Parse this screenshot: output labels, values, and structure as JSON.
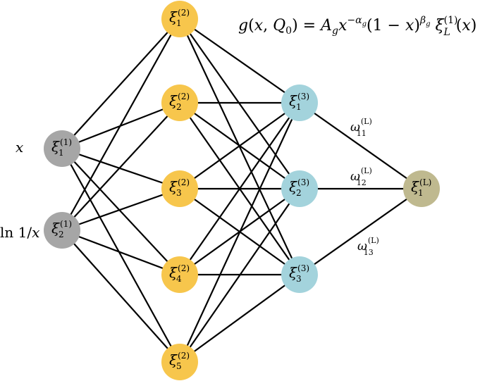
{
  "colors": {
    "input": "#a6a6a6",
    "hidden1": "#f7c64c",
    "hidden2": "#a3d3dc",
    "output": "#bfb98f",
    "edge": "#000000"
  },
  "formula": {
    "g": "g",
    "open": "(",
    "x": "x",
    "comma": ", ",
    "Q": "Q",
    "Q_sub": "0",
    "close_eq": ") = ",
    "A": "A",
    "A_sub": "g",
    "x2": "x",
    "exp1": "−α",
    "exp1_sub": "g",
    "paren_one": "(1 − ",
    "x3": "x",
    "paren_close": ")",
    "exp2": "β",
    "exp2_sub": "g",
    "xi": " ξ",
    "xi_sup": "(1)",
    "xi_sub": "L",
    "tail_open": "(",
    "tail_x": "x",
    "tail_close": ")"
  },
  "inputs": [
    {
      "pre": "",
      "italic": "x"
    },
    {
      "pre": "ln 1/",
      "italic": "x"
    }
  ],
  "nodes": {
    "layer1": [
      {
        "sym": "ξ",
        "sup": "(1)",
        "sub": "1"
      },
      {
        "sym": "ξ",
        "sup": "(1)",
        "sub": "2"
      }
    ],
    "layer2": [
      {
        "sym": "ξ",
        "sup": "(2)",
        "sub": "1"
      },
      {
        "sym": "ξ",
        "sup": "(2)",
        "sub": "2"
      },
      {
        "sym": "ξ",
        "sup": "(2)",
        "sub": "3"
      },
      {
        "sym": "ξ",
        "sup": "(2)",
        "sub": "4"
      },
      {
        "sym": "ξ",
        "sup": "(2)",
        "sub": "5"
      }
    ],
    "layer3": [
      {
        "sym": "ξ",
        "sup": "(3)",
        "sub": "1"
      },
      {
        "sym": "ξ",
        "sup": "(3)",
        "sub": "2"
      },
      {
        "sym": "ξ",
        "sup": "(3)",
        "sub": "3"
      }
    ],
    "output": [
      {
        "sym": "ξ",
        "sup": "(L)",
        "sub": "1"
      }
    ]
  },
  "weights": [
    {
      "sym": "ω",
      "sup": "(L)",
      "sub": "11"
    },
    {
      "sym": "ω",
      "sup": "(L)",
      "sub": "12"
    },
    {
      "sym": "ω",
      "sup": "(L)",
      "sub": "13"
    }
  ]
}
